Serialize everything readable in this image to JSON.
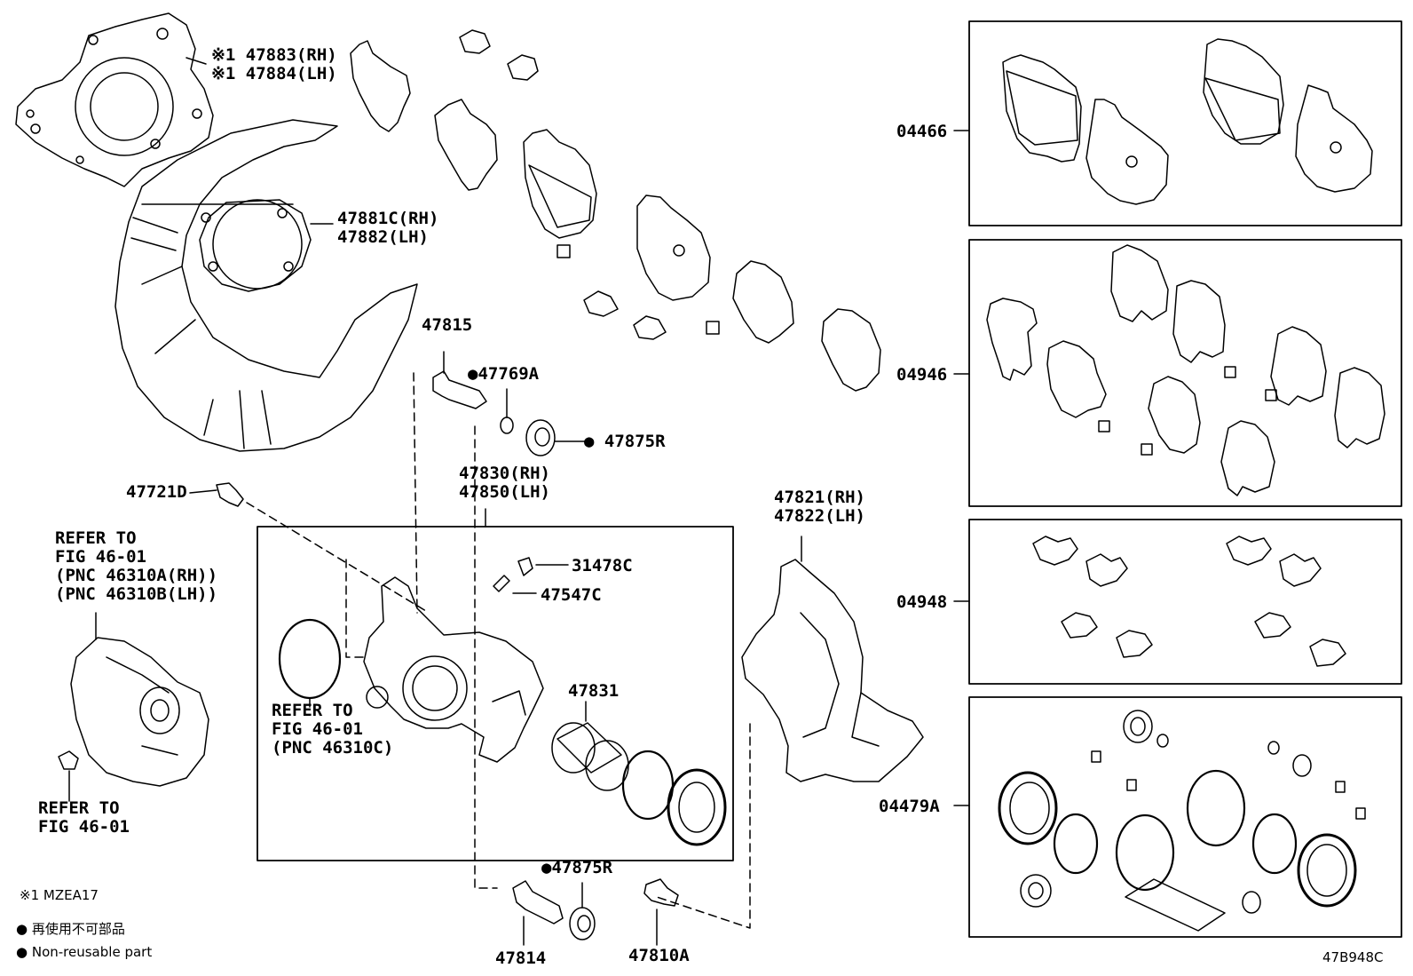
{
  "labels": {
    "p47883": "※1 47883(RH)",
    "p47884": "※1 47884(LH)",
    "p47881c": "47881C(RH)",
    "p47882": "47882(LH)",
    "p47815": "47815",
    "p47769a": "●47769A",
    "p47875r_top": "● 47875R",
    "p47721d": "47721D",
    "p47830": "47830(RH)",
    "p47850": "47850(LH)",
    "p47821": "47821(RH)",
    "p47822": "47822(LH)",
    "p31478c": "31478C",
    "p47547c": "47547C",
    "p47831": "47831",
    "p47875r_bot": "●47875R",
    "p47814": "47814",
    "p47810a": "47810A",
    "p04466": "04466",
    "p04946": "04946",
    "p04948": "04948",
    "p04479a": "04479A",
    "refer1_line1": "REFER TO",
    "refer1_line2": "FIG 46-01",
    "refer1_line3": "(PNC 46310A(RH))",
    "refer1_line4": "(PNC 46310B(LH))",
    "refer2_line1": "REFER TO",
    "refer2_line2": "FIG 46-01",
    "refer2_line3": "(PNC 46310C)",
    "refer3_line1": "REFER TO",
    "refer3_line2": "FIG 46-01"
  },
  "legend": {
    "note1": "※1 MZEA17",
    "nonreusable_jp": "● 再使用不可部品",
    "nonreusable_en": "● Non-reusable part"
  },
  "figure_code": "47B948C"
}
